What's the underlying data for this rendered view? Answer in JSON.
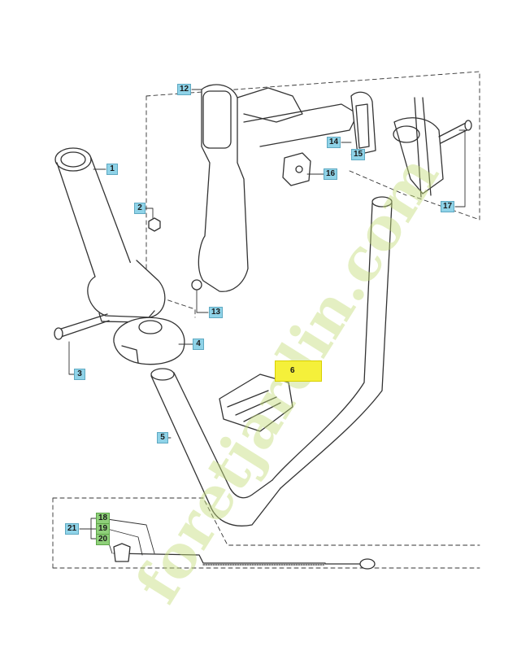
{
  "callouts": [
    {
      "id": "c1",
      "label": "1"
    },
    {
      "id": "c2",
      "label": "2"
    },
    {
      "id": "c3",
      "label": "3"
    },
    {
      "id": "c4",
      "label": "4"
    },
    {
      "id": "c5",
      "label": "5"
    },
    {
      "id": "c6",
      "label": "6"
    },
    {
      "id": "c12",
      "label": "12"
    },
    {
      "id": "c13",
      "label": "13"
    },
    {
      "id": "c14",
      "label": "14"
    },
    {
      "id": "c15",
      "label": "15"
    },
    {
      "id": "c16",
      "label": "16"
    },
    {
      "id": "c17",
      "label": "17"
    },
    {
      "id": "c18",
      "label": "18"
    },
    {
      "id": "c19",
      "label": "19"
    },
    {
      "id": "c20",
      "label": "20"
    },
    {
      "id": "c21",
      "label": "21"
    }
  ],
  "watermark": {
    "text": "foretjardin.com"
  },
  "colors": {
    "callout": "#8fd3e8",
    "highlight": "#f5f03a",
    "green_callout": "#8fd07a",
    "line": "#333333",
    "watermark": "#c3dc78"
  }
}
